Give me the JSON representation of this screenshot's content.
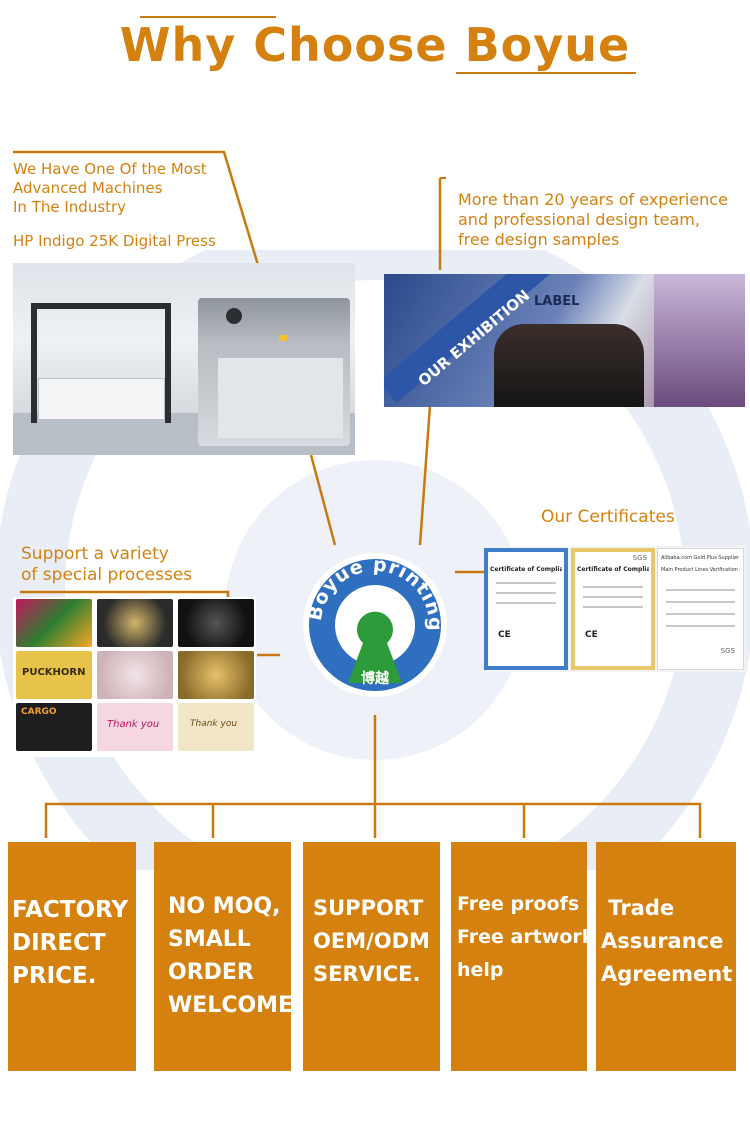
{
  "page": {
    "title": "Why Choose Boyue",
    "accent_color": "#d4810f",
    "line_color": "#c87a10"
  },
  "machines": {
    "lines": [
      "We Have One Of the Most",
      "Advanced Machines",
      "In The Industry"
    ],
    "model": "HP Indigo 25K Digital Press"
  },
  "experience": {
    "lines": [
      "More than 20 years of experience",
      "and professional design team,",
      "free design samples"
    ],
    "banner_text": "OUR EXHIBITION",
    "booth_sign": "LABEL"
  },
  "processes": {
    "lines": [
      "Support a variety",
      "of special processes"
    ],
    "sample_labels": [
      "PUCKHORN",
      "CARGO",
      "Thank you",
      "Thank you"
    ]
  },
  "certificates": {
    "title": "Our Certificates",
    "doc1_title": "Certificate of Compliance",
    "doc2_title": "Certificate of Compliance",
    "doc3_title": "Alibaba.com Gold Plus Supplier",
    "doc3_subtitle": "Main Product Lines Verification Report",
    "ce_mark": "CE",
    "sgs_mark": "SGS"
  },
  "logo": {
    "text": "Boyue printing",
    "chinese": "博越"
  },
  "benefits": [
    {
      "lines": [
        "FACTORY",
        "DIRECT",
        "PRICE."
      ]
    },
    {
      "lines": [
        "NO MOQ,",
        "SMALL",
        "ORDER",
        "WELCOME"
      ]
    },
    {
      "lines": [
        "SUPPORT",
        "OEM/ODM",
        "SERVICE."
      ]
    },
    {
      "lines": [
        "Free proofs",
        "Free artwork",
        "help"
      ]
    },
    {
      "lines": [
        " Trade",
        "Assurance",
        "Agreement"
      ]
    }
  ]
}
